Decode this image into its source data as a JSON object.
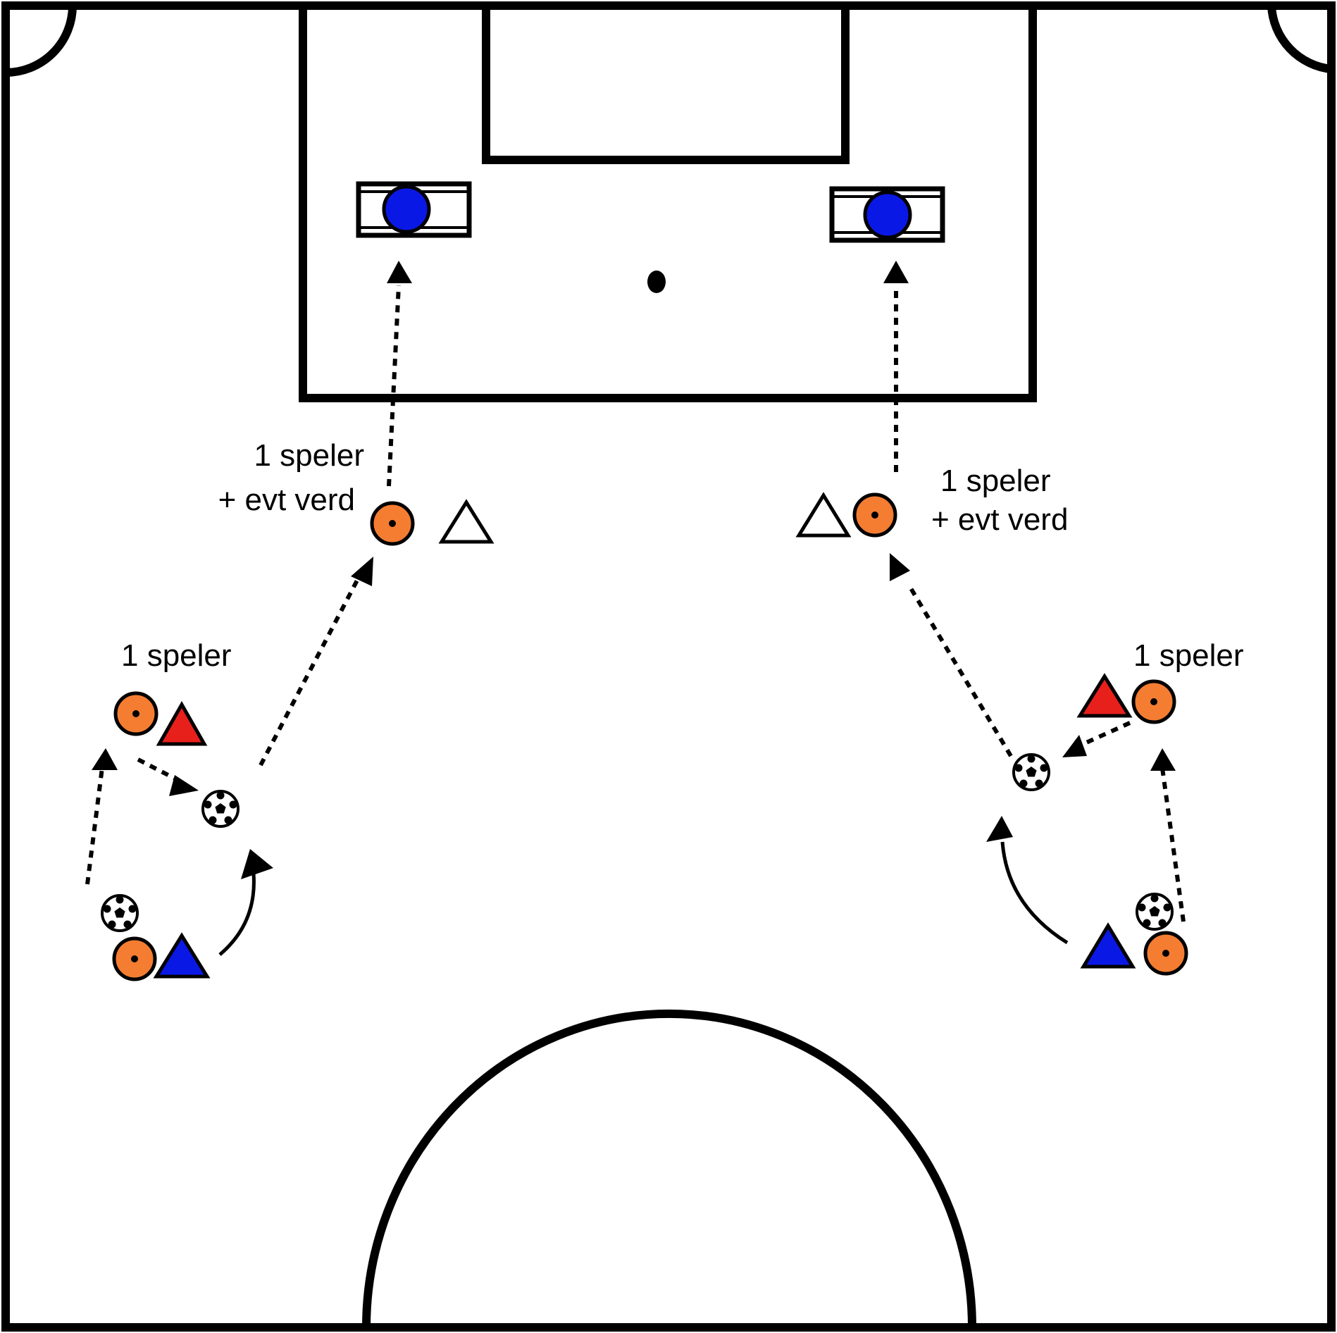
{
  "labels": {
    "left_shooter": [
      "1 speler",
      "+ evt verd"
    ],
    "right_shooter": [
      "1 speler",
      "+ evt verd"
    ],
    "left_player": "1 speler",
    "right_player": "1 speler"
  },
  "colors": {
    "line": "#000000",
    "pitch": "#ffffff",
    "orange_cone": "#f47d32",
    "red_triangle": "#e8201c",
    "blue_triangle": "#0a18e6",
    "white_triangle": "#ffffff",
    "goal_target_blue": "#0a18e6"
  },
  "icons": {
    "ball": "soccer-ball-icon",
    "cone": "cone-marker-icon",
    "triangle": "player-triangle-icon",
    "target": "goal-target-icon"
  }
}
